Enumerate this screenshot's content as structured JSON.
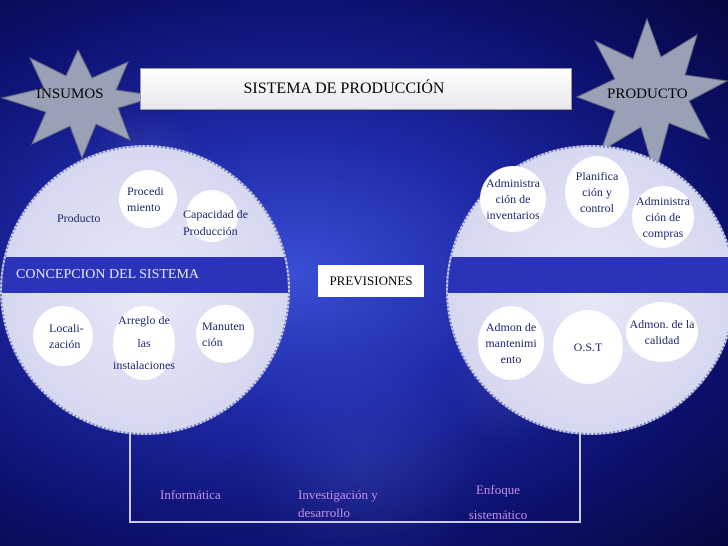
{
  "header": {
    "title": "SISTEMA DE PRODUCCIÓN",
    "left_star": "INSUMOS",
    "right_star": "PRODUCTO"
  },
  "left_circle": {
    "band_label": "CONCEPCION DEL SISTEMA",
    "items": {
      "producto": "Producto",
      "procedimiento": "Procedi miento",
      "capacidad": "Capacidad de Producción",
      "localizacion": "Locali- zación",
      "arreglo": "Arreglo de las instalaciones",
      "manutencion": "Manuten ción"
    }
  },
  "center": {
    "previsiones": "PREVISIONES"
  },
  "right_circle": {
    "items": {
      "inventarios": "Administra ción de inventarios",
      "planificacion": "Planifica ción y control",
      "compras": "Administra ción de compras",
      "mantenimiento": "Admon de mantenimi ento",
      "ost": "O.S.T",
      "calidad": "Admon. de la calidad"
    }
  },
  "bottom": {
    "informatica": "Informática",
    "investigacion": "Investigación y desarrollo",
    "enfoque": "Enfoque sistemático"
  }
}
